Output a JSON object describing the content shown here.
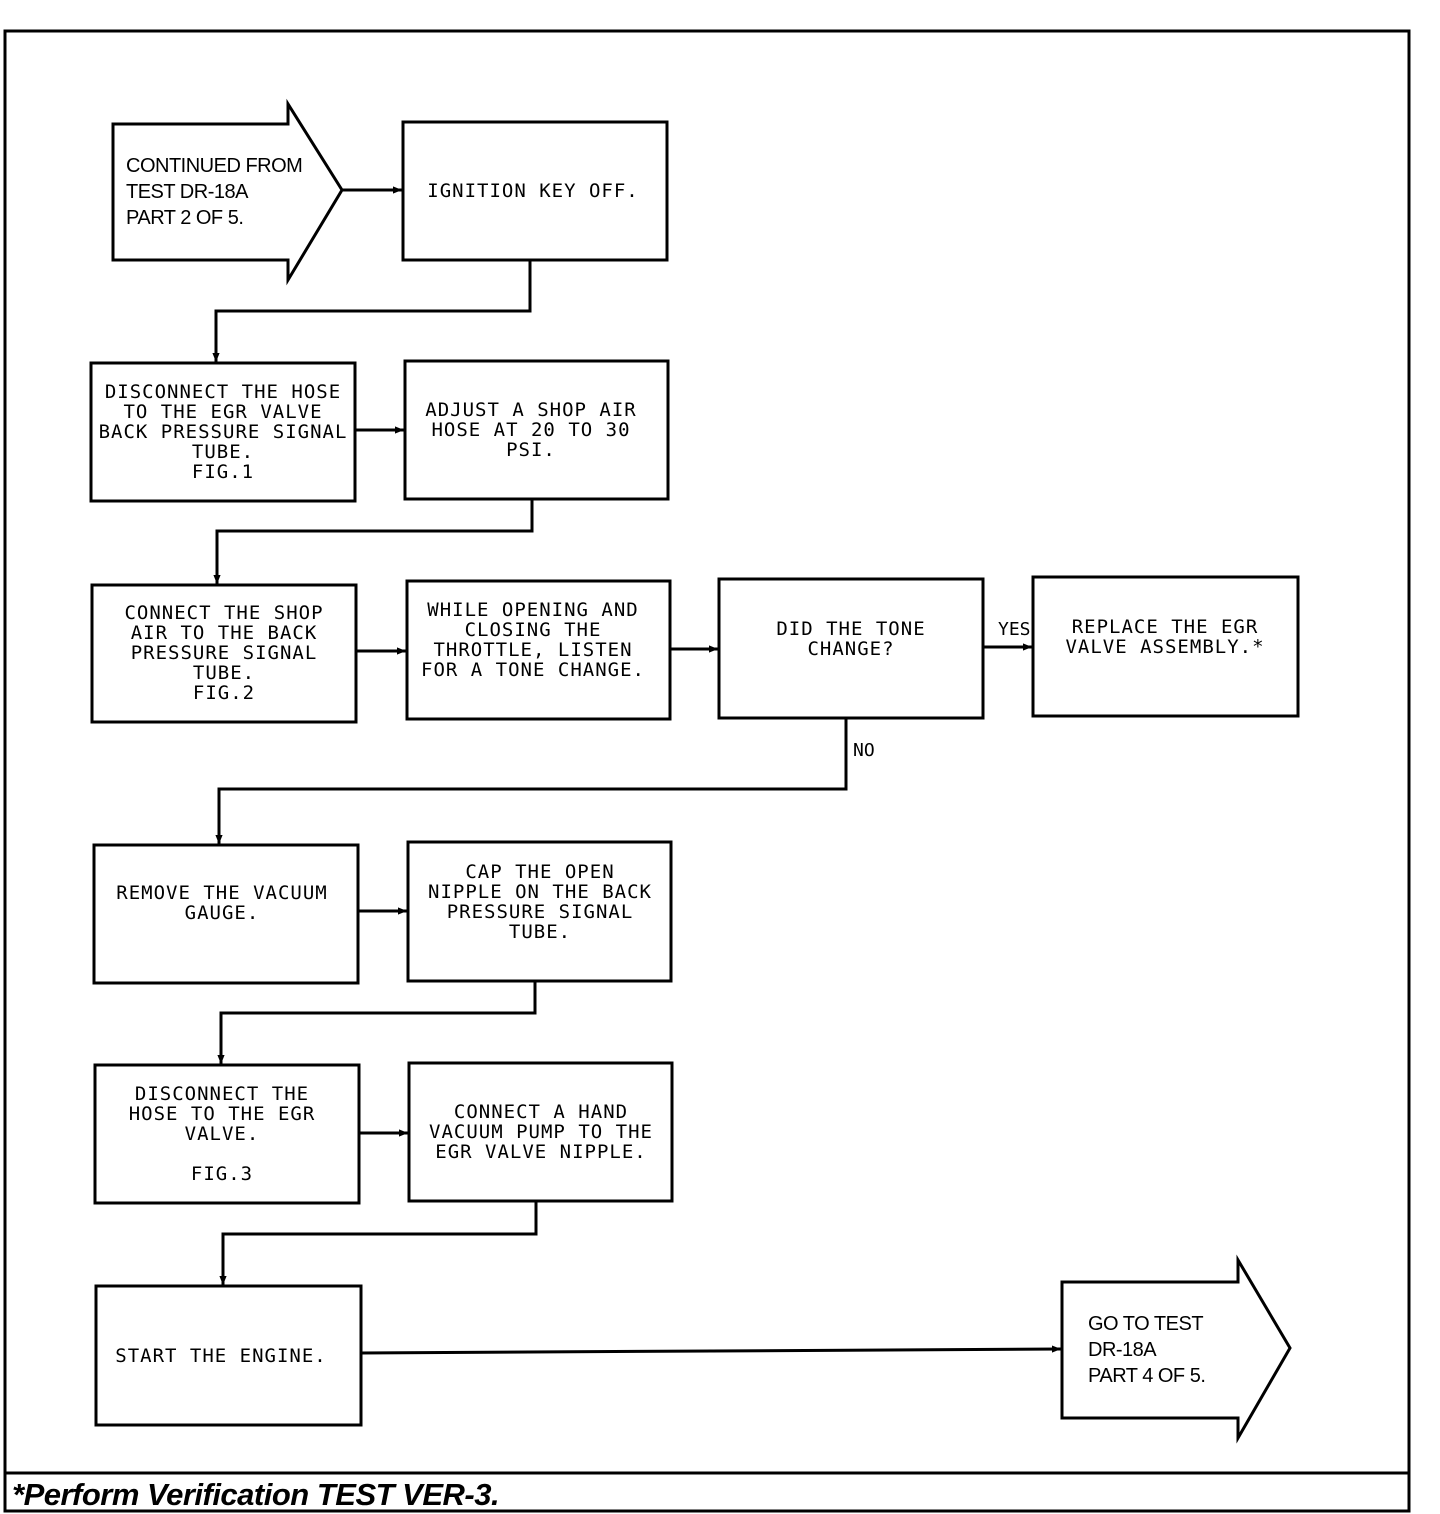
{
  "start_arrow": {
    "lines": [
      "CONTINUED FROM",
      "TEST DR-18A",
      "PART 2 OF 5."
    ]
  },
  "end_arrow": {
    "lines": [
      "GO TO TEST",
      "DR-18A",
      "PART 4 OF 5."
    ]
  },
  "steps": {
    "ignition_off": {
      "lines": [
        "IGNITION KEY OFF."
      ]
    },
    "disconnect_hose_bp": {
      "lines": [
        "DISCONNECT THE HOSE",
        "TO THE EGR VALVE",
        "BACK PRESSURE SIGNAL",
        "TUBE.",
        "FIG.1"
      ]
    },
    "adjust_shop_air": {
      "lines": [
        "ADJUST A SHOP AIR",
        "HOSE AT 20 TO 30",
        "PSI."
      ]
    },
    "connect_shop_air": {
      "lines": [
        "CONNECT THE SHOP",
        "AIR TO THE BACK",
        "PRESSURE SIGNAL",
        "TUBE.",
        "FIG.2"
      ]
    },
    "listen_tone": {
      "lines": [
        "WHILE OPENING AND",
        "CLOSING THE",
        "THROTTLE, LISTEN",
        "FOR A TONE CHANGE."
      ]
    },
    "tone_changed": {
      "lines": [
        "DID THE TONE",
        "CHANGE?"
      ]
    },
    "replace_egr": {
      "lines": [
        "REPLACE THE EGR",
        "VALVE ASSEMBLY.*"
      ]
    },
    "remove_gauge": {
      "lines": [
        "REMOVE THE VACUUM",
        "GAUGE."
      ]
    },
    "cap_nipple": {
      "lines": [
        "CAP THE OPEN",
        "NIPPLE ON THE BACK",
        "PRESSURE SIGNAL",
        "TUBE."
      ]
    },
    "disconnect_hose_egr": {
      "lines": [
        "DISCONNECT THE",
        "HOSE TO THE EGR",
        "VALVE.",
        "",
        "FIG.3"
      ]
    },
    "connect_vacuum_pump": {
      "lines": [
        "CONNECT A HAND",
        "VACUUM PUMP TO THE",
        "EGR VALVE NIPPLE."
      ]
    },
    "start_engine": {
      "lines": [
        "START THE ENGINE."
      ]
    }
  },
  "branch_labels": {
    "yes": "YES",
    "no": "NO"
  },
  "footer": {
    "note": "*Perform Verification TEST VER-3."
  }
}
